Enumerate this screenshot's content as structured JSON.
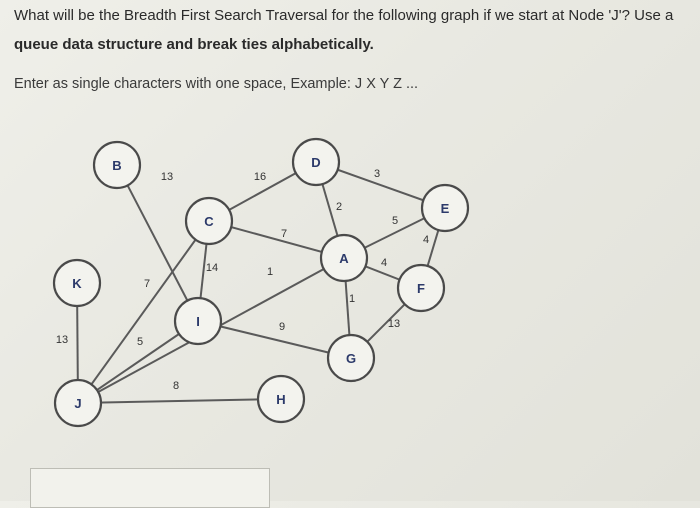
{
  "question": {
    "line1": "What will be the Breadth First Search Traversal for the following graph if we start at Node 'J'? Use a",
    "line2": "queue data structure and break ties alphabetically.",
    "instruction": "Enter as single characters with one space, Example: J X Y Z ..."
  },
  "graph": {
    "nodes": [
      {
        "id": "B",
        "label": "B"
      },
      {
        "id": "C",
        "label": "C"
      },
      {
        "id": "D",
        "label": "D"
      },
      {
        "id": "E",
        "label": "E"
      },
      {
        "id": "A",
        "label": "A"
      },
      {
        "id": "K",
        "label": "K"
      },
      {
        "id": "F",
        "label": "F"
      },
      {
        "id": "I",
        "label": "I"
      },
      {
        "id": "G",
        "label": "G"
      },
      {
        "id": "J",
        "label": "J"
      },
      {
        "id": "H",
        "label": "H"
      }
    ],
    "edges": [
      {
        "from": "B",
        "to": "I",
        "weight": "13"
      },
      {
        "from": "C",
        "to": "D",
        "weight": "16"
      },
      {
        "from": "C",
        "to": "A",
        "weight": "7"
      },
      {
        "from": "C",
        "to": "J",
        "weight": "7"
      },
      {
        "from": "C",
        "to": "I",
        "weight": "14"
      },
      {
        "from": "D",
        "to": "A",
        "weight": "2"
      },
      {
        "from": "D",
        "to": "E",
        "weight": "3"
      },
      {
        "from": "E",
        "to": "A",
        "weight": "5"
      },
      {
        "from": "E",
        "to": "F",
        "weight": "4"
      },
      {
        "from": "A",
        "to": "F",
        "weight": "4"
      },
      {
        "from": "A",
        "to": "J",
        "weight": "1"
      },
      {
        "from": "A",
        "to": "G",
        "weight": "1"
      },
      {
        "from": "K",
        "to": "J",
        "weight": "13"
      },
      {
        "from": "I",
        "to": "J",
        "weight": "5"
      },
      {
        "from": "I",
        "to": "G",
        "weight": "9"
      },
      {
        "from": "G",
        "to": "F",
        "weight": "13"
      },
      {
        "from": "J",
        "to": "H",
        "weight": "8"
      }
    ]
  },
  "answer": {
    "value": ""
  }
}
